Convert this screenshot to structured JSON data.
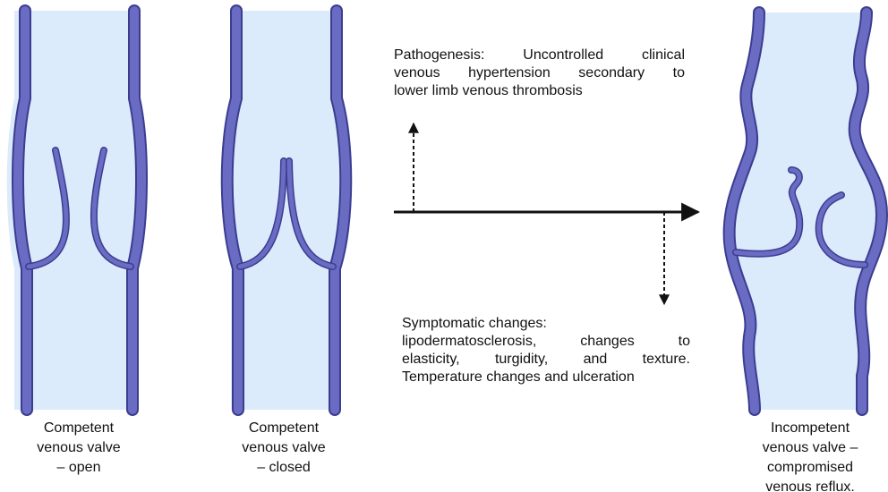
{
  "colors": {
    "vein_wall": "#6a6cc4",
    "vein_wall_outline": "#3b3d8f",
    "lumen": "#dcebfb",
    "arrow": "#111111"
  },
  "panels": {
    "open": {
      "caption": [
        "Competent",
        "venous valve",
        "– open"
      ]
    },
    "closed": {
      "caption": [
        "Competent",
        "venous valve",
        "– closed"
      ]
    },
    "incompetent": {
      "caption": [
        "Incompetent",
        "venous valve –",
        "compromised",
        "venous reflux."
      ]
    }
  },
  "pathogenesis": {
    "lines": [
      "Pathogenesis: Uncontrolled clinical",
      "venous hypertension secondary to",
      "lower limb venous thrombosis"
    ]
  },
  "symptoms": {
    "lines": [
      "Symptomatic changes:",
      "lipodermatosclerosis, changes to",
      "elasticity, turgidity, and texture.",
      "Temperature changes and ulceration"
    ]
  }
}
